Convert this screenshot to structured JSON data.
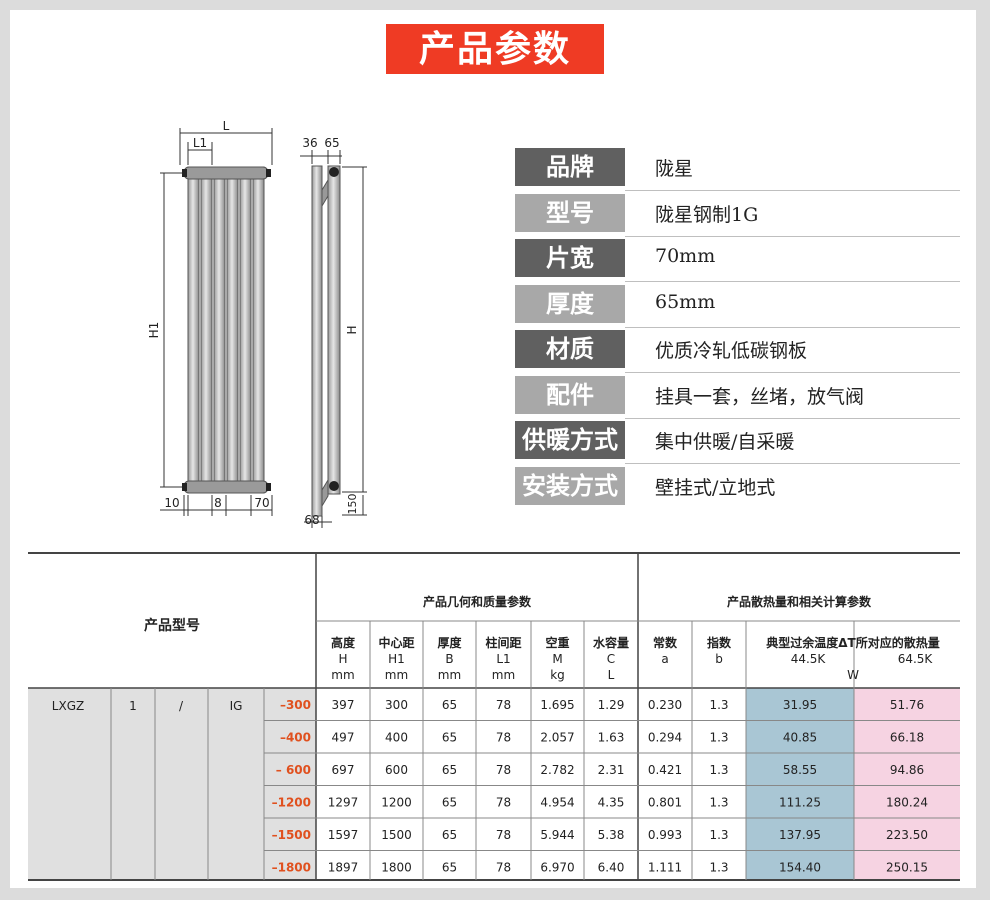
{
  "title": "产品参数",
  "drawing": {
    "front": {
      "L": "L",
      "L1": "L1",
      "H1": "H1",
      "bottom": [
        "10",
        "8",
        "70"
      ]
    },
    "side": {
      "top": [
        "36",
        "65"
      ],
      "H": "H",
      "bottom_left": "68",
      "bottom_right": "150"
    }
  },
  "params": [
    {
      "label": "品牌",
      "value": "陇星"
    },
    {
      "label": "型号",
      "value": "陇星钢制1G"
    },
    {
      "label": "片宽",
      "value": "70mm"
    },
    {
      "label": "厚度",
      "value": "65mm"
    },
    {
      "label": "材质",
      "value": "优质冷轧低碳钢板"
    },
    {
      "label": "配件",
      "value": "挂具一套，丝堵，放气阀"
    },
    {
      "label": "供暖方式",
      "value": "集中供暖/自采暖"
    },
    {
      "label": "安装方式",
      "value": "壁挂式/立地式"
    }
  ],
  "colors": {
    "title_bg": "#ef3b24",
    "label_dark": "#606060",
    "label_light": "#a8a8a8",
    "model_bg": "#e0e0e0",
    "col_44": "#a9c6d4",
    "col_64": "#f6d3e2",
    "suffix": "#e0501e"
  },
  "spec": {
    "model_header": "产品型号",
    "group_geo": "产品几何和质量参数",
    "group_heat": "产品散热量和相关计算参数",
    "columns": [
      {
        "name": "高度",
        "sym": "H",
        "unit": "mm"
      },
      {
        "name": "中心距",
        "sym": "H1",
        "unit": "mm"
      },
      {
        "name": "厚度",
        "sym": "B",
        "unit": "mm"
      },
      {
        "name": "柱间距",
        "sym": "L1",
        "unit": "mm"
      },
      {
        "name": "空重",
        "sym": "M",
        "unit": "kg"
      },
      {
        "name": "水容量",
        "sym": "C",
        "unit": "L"
      },
      {
        "name": "常数",
        "sym": "a"
      },
      {
        "name": "指数",
        "sym": "b"
      }
    ],
    "heat_header": "典型过余温度ΔT所对应的散热量",
    "heat_temps": [
      "44.5K",
      "64.5K"
    ],
    "heat_unit": "W",
    "model_parts": [
      "LXGZ",
      "1",
      "/",
      "IG"
    ],
    "rows": [
      {
        "suffix": "–300",
        "values": [
          "397",
          "300",
          "65",
          "78",
          "1.695",
          "1.29",
          "0.230",
          "1.3",
          "31.95",
          "51.76"
        ]
      },
      {
        "suffix": "–400",
        "values": [
          "497",
          "400",
          "65",
          "78",
          "2.057",
          "1.63",
          "0.294",
          "1.3",
          "40.85",
          "66.18"
        ]
      },
      {
        "suffix": "– 600",
        "values": [
          "697",
          "600",
          "65",
          "78",
          "2.782",
          "2.31",
          "0.421",
          "1.3",
          "58.55",
          "94.86"
        ]
      },
      {
        "suffix": "–1200",
        "values": [
          "1297",
          "1200",
          "65",
          "78",
          "4.954",
          "4.35",
          "0.801",
          "1.3",
          "111.25",
          "180.24"
        ]
      },
      {
        "suffix": "–1500",
        "values": [
          "1597",
          "1500",
          "65",
          "78",
          "5.944",
          "5.38",
          "0.993",
          "1.3",
          "137.95",
          "223.50"
        ]
      },
      {
        "suffix": "–1800",
        "values": [
          "1897",
          "1800",
          "65",
          "78",
          "6.970",
          "6.40",
          "1.111",
          "1.3",
          "154.40",
          "250.15"
        ]
      }
    ]
  }
}
